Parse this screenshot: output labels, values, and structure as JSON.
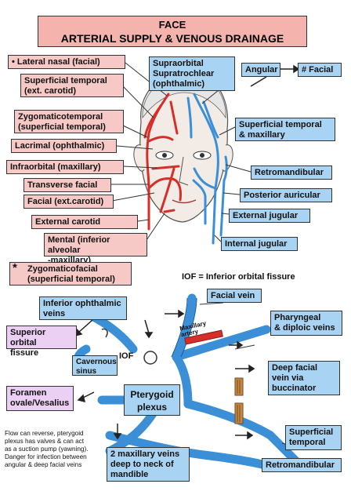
{
  "title": {
    "line1": "FACE",
    "line2": "ARTERIAL SUPPLY & VENOUS DRAINAGE"
  },
  "top_left_labels": {
    "lateral_nasal": "• Lateral nasal (facial)",
    "superficial_temporal": "Superficial temporal\n(ext. carotid)",
    "zygomaticotemporal": "Zygomaticotemporal\n(superficial temporal)",
    "lacrimal": "Lacrimal (ophthalmic)",
    "infraorbital": "Infraorbital (maxillary)",
    "transverse_facial": "Transverse facial",
    "facial": "Facial (ext.carotid)",
    "external_carotid": "External carotid",
    "mental": "Mental (inferior alveolar\n-maxillary)",
    "zygomaticofacial": "Zygomaticofacial\n(superficial temporal)"
  },
  "star": "*",
  "top_right_labels": {
    "supraorbital": "Supraorbital\nSupratrochlear\n(ophthalmic)",
    "angular": "Angular",
    "facial_vein": "# Facial",
    "superficial_temporal_maxillary": "Superficial temporal\n& maxillary",
    "retromandibular": "Retromandibular",
    "posterior_auricular": "Posterior auricular",
    "external_jugular": "External jugular",
    "internal_jugular": "Internal jugular"
  },
  "iof_note": "IOF = Inferior orbital fissure",
  "bottom_labels": {
    "inferior_ophthalmic": "Inferior ophthalmic\nveins",
    "facial_vein": "Facial vein",
    "superior_orbital": "Superior orbital\nfissure",
    "cavernous": "Cavernous\nsinus",
    "iof": "IOF",
    "maxillary_artery": "Maxillary\nartery",
    "pharyngeal": "Pharyngeal\n& diploic veins",
    "deep_facial": "Deep facial\nvein via\nbuccinator",
    "foramen": "Foramen\novale/Vesalius",
    "pterygoid": "Pterygoid\nplexus",
    "superficial_temporal": "Superficial\ntemporal",
    "two_maxillary": "2 maxillary veins\ndeep to neck of\nmandible",
    "retromandibular": "Retromandibular",
    "note": "Flow can reverse, pterygoid\nplexus has valves & can act\nas a suction pump (yawning).\nDanger for infection between\nangular & deep facial veins"
  },
  "colors": {
    "artery": "#d62f2a",
    "vein": "#3b8fd6",
    "pink_box": "#f6c9c6",
    "blue_box": "#a9d3f2",
    "lavender_box": "#ecd0f4",
    "title_box": "#f4b3ad"
  }
}
